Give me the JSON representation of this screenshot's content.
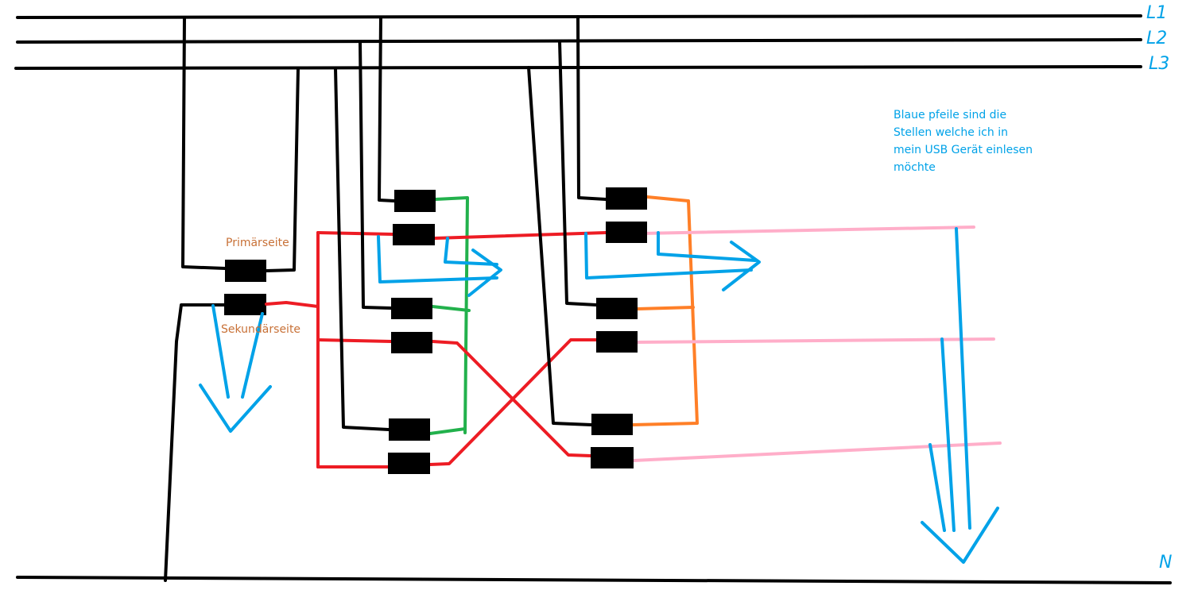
{
  "labels": {
    "l1": "L1",
    "l2": "L2",
    "l3": "L3",
    "n": "N",
    "primary_side": "Primärseite",
    "secondary_side": "Sekundärseite"
  },
  "note": {
    "lines": [
      "Blaue pfeile sind die",
      "Stellen welche ich in",
      "mein USB Gerät einlesen",
      "möchte"
    ]
  },
  "colors": {
    "phase_lines": "#000000",
    "secondary_wiring": "#ed1c24",
    "green_link": "#22b14c",
    "orange_link": "#ff7f27",
    "outputs": "#ffaec9",
    "measure_arrows": "#00a2e8",
    "label_text": "#c87137"
  }
}
